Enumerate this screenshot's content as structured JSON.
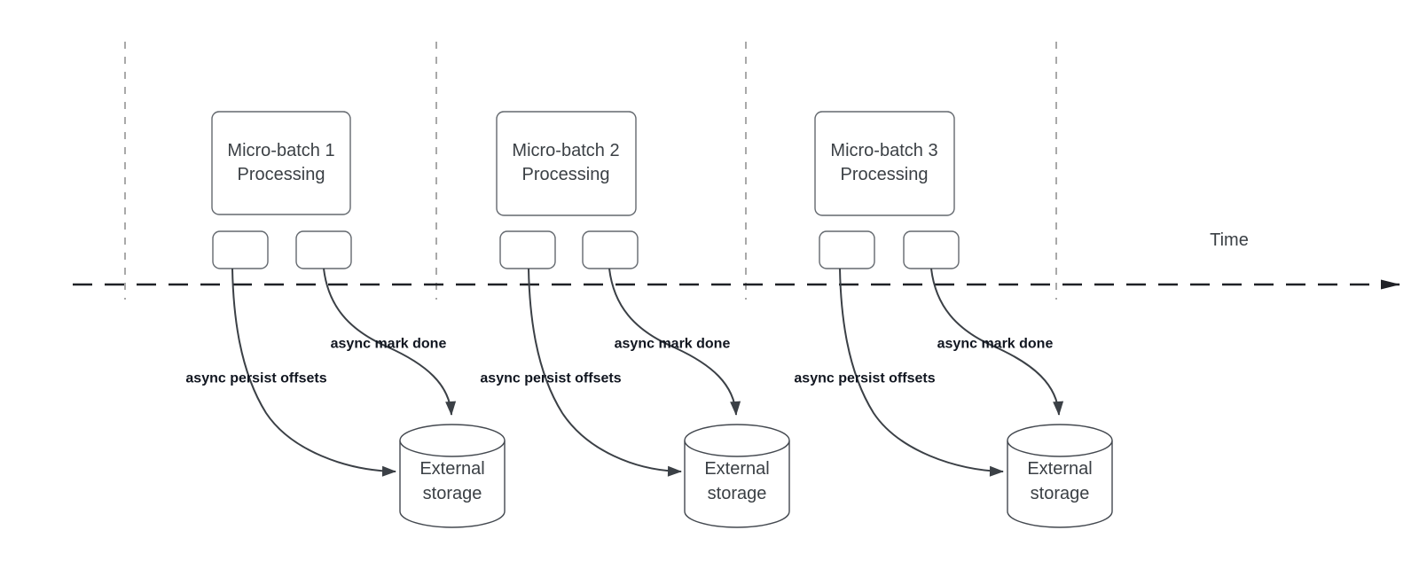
{
  "diagram": {
    "time_label": "Time",
    "groups": [
      {
        "box_line1": "Micro-batch 1",
        "box_line2": "Processing",
        "persist_label": "async persist offsets",
        "mark_label": "async mark done",
        "storage_line1": "External",
        "storage_line2": "storage"
      },
      {
        "box_line1": "Micro-batch 2",
        "box_line2": "Processing",
        "persist_label": "async persist offsets",
        "mark_label": "async mark done",
        "storage_line1": "External",
        "storage_line2": "storage"
      },
      {
        "box_line1": "Micro-batch 3",
        "box_line2": "Processing",
        "persist_label": "async persist offsets",
        "mark_label": "async mark done",
        "storage_line1": "External",
        "storage_line2": "storage"
      }
    ],
    "colors": {
      "background": "#ffffff",
      "shape-stroke": "#63686e",
      "cylinder-stroke": "#43484f",
      "arrow-stroke": "#3b4046",
      "timeline-stroke": "#1f2126",
      "gridline-stroke": "#a9a9a9",
      "shape-text": "#3b4045",
      "label-text": "#111620"
    }
  }
}
